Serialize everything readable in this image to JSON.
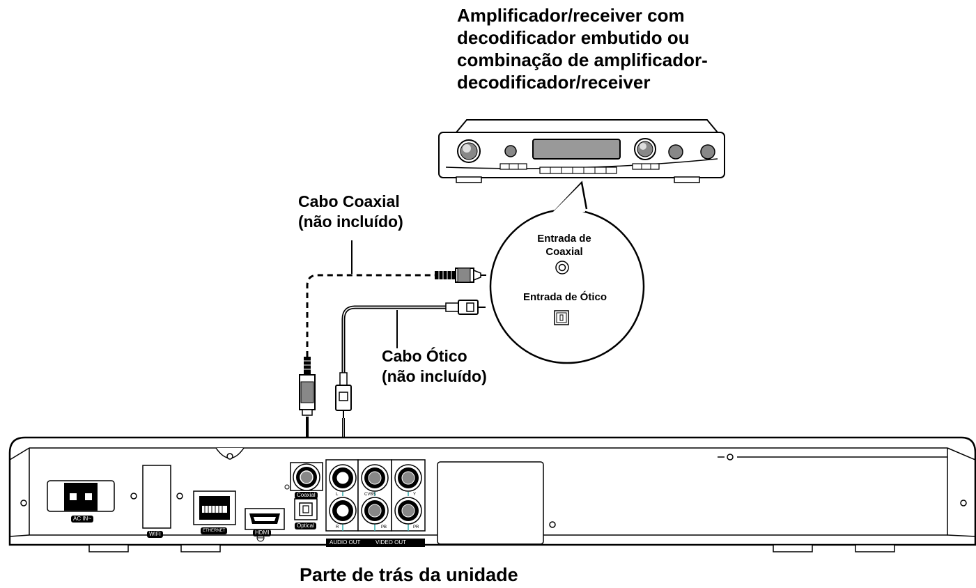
{
  "receiver_title": {
    "line1": "Amplificador/receiver com",
    "line2": "decodificador embutido ou",
    "line3": "combinação de amplificador-",
    "line4": "decodificador/receiver"
  },
  "coax_cable": {
    "line1": "Cabo Coaxial",
    "line2": "(não incluído)"
  },
  "optical_cable": {
    "line1": "Cabo Ótico",
    "line2": "(não incluído)"
  },
  "bubble": {
    "coax_input_line1": "Entrada de",
    "coax_input_line2": "Coaxial",
    "optical_input": "Entrada de Ótico"
  },
  "rear_panel": {
    "ac_in": "AC IN~",
    "wifi": "WIFI",
    "ethernet": "ETHERNET",
    "hdmi": "HDMI",
    "optical": "Optical",
    "coaxial": "Coaxial",
    "audio_out": "AUDIO OUT",
    "video_out": "VIDEO  OUT",
    "l": "L",
    "r": "R",
    "cvbs": "CVBS",
    "pb": "PB",
    "pr": "PR",
    "y": "Y"
  },
  "unit_title": "Parte de trás da unidade"
}
